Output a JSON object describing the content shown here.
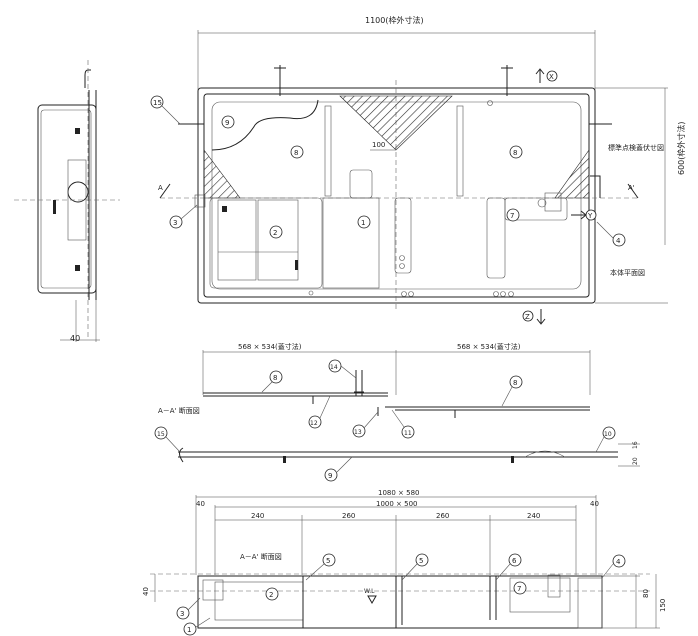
{
  "dimensions": {
    "overall_width": "1100(枠外寸法)",
    "overall_height": "600(枠外寸法)",
    "cover_left": "568 × 534(蓋寸法)",
    "cover_right": "568 × 534(蓋寸法)",
    "center_100": "100",
    "bottom_outer": "1080 × 580",
    "bottom_inner": "1000 × 500",
    "seg_1": "240",
    "seg_2": "260",
    "seg_3": "260",
    "seg_4": "240",
    "left_40": "40",
    "right_40": "40",
    "side_40": "40",
    "height_80": "80",
    "height_150": "150",
    "height_40": "40",
    "h_20": "20",
    "h_16": "16"
  },
  "labels": {
    "plan_note": "標準点検蓋伏せ図",
    "plan_title": "本体平面図",
    "section_a1": "A－A' 断面図",
    "section_a2": "A－A' 断面図",
    "wl": "W.L",
    "sec_a_left": "A",
    "sec_a_right": "A'",
    "arrow_x": "X",
    "arrow_y": "Y",
    "arrow_z": "Z"
  },
  "callouts": {
    "c1": "1",
    "c2": "2",
    "c3": "3",
    "c4": "4",
    "c5": "5",
    "c6": "6",
    "c7": "7",
    "c8": "8",
    "c9": "9",
    "c10": "10",
    "c11": "11",
    "c12": "12",
    "c13": "13",
    "c14": "14",
    "c15": "15"
  }
}
